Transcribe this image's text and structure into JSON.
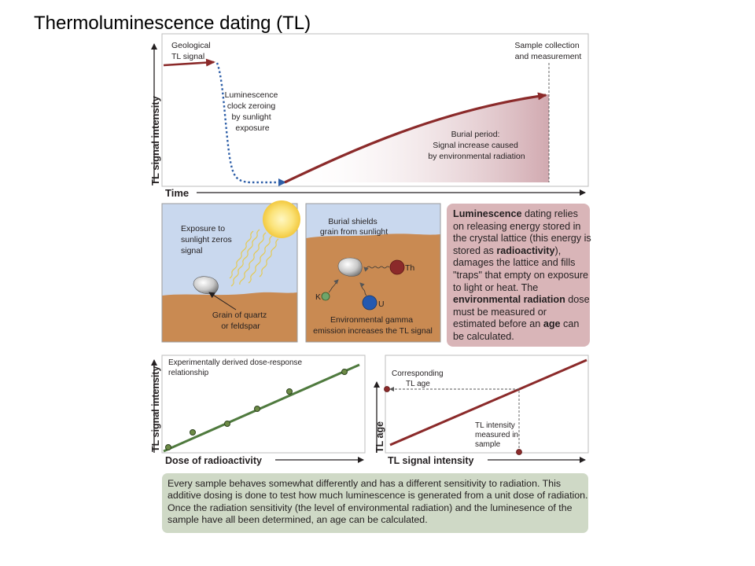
{
  "slide": {
    "title": "Thermoluminescence dating (TL)"
  },
  "top_panel": {
    "y_axis": "TL signal intensity",
    "x_axis": "Time",
    "geo_signal": [
      "Geological",
      "TL signal"
    ],
    "zeroing": [
      "Luminescence",
      "clock zeroing",
      "by sunlight",
      "exposure"
    ],
    "sample": [
      "Sample collection",
      "and measurement"
    ],
    "burial": [
      "Burial period:",
      "Signal increase caused",
      "by environmental radiation"
    ]
  },
  "exposure_panel": {
    "caption": [
      "Exposure to",
      "sunlight zeros",
      "signal"
    ],
    "grain_label": [
      "Grain of quartz",
      "or feldspar"
    ]
  },
  "burial_panel": {
    "caption": [
      "Burial shields",
      "grain from sunlight"
    ],
    "th": "Th",
    "k": "K",
    "u": "U",
    "gamma": [
      "Environmental gamma",
      "emission increases the TL signal"
    ]
  },
  "info_box": {
    "p1": "Luminescence",
    "p2": " dating relies on releasing energy stored in the crystal lattice (this energy is stored as ",
    "p3": "radioactivity",
    "p4": "), damages the lattice and fills \"traps\" that empty on exposure to light or heat. The ",
    "p5": "environmental radiation",
    "p6": " dose must be measured or estimated before an ",
    "p7": "age",
    "p8": " can be calculated."
  },
  "dose_panel": {
    "caption": [
      "Experimentally derived dose-response",
      "relationship"
    ],
    "y_axis": "TL signal intensity",
    "x_axis": "Dose of radioactivity"
  },
  "age_panel": {
    "y_axis": "TL age",
    "x_axis": "TL signal intensity",
    "corresponding": [
      "Corresponding",
      "TL age"
    ],
    "measured": [
      "TL intensity",
      "measured in",
      "sample"
    ]
  },
  "bottom_note": "Every sample behaves somewhat differently and has a different sensitivity to radiation.  This additive dosing is done to test how much luminescence is generated from a unit dose of radiation.  Once the radiation sensitivity (the level of environmental radiation) and the luminesence of the sample have all been determined, an age can be calculated.",
  "colors": {
    "signal_line": "#8b2a2a",
    "zeroing_dash": "#2e5fa8",
    "sky": "#c9d8ee",
    "soil": "#c98a52",
    "info_bg": "#d9b5b8",
    "note_bg": "#cfd9c6",
    "dose_line": "#4f7a3e"
  }
}
